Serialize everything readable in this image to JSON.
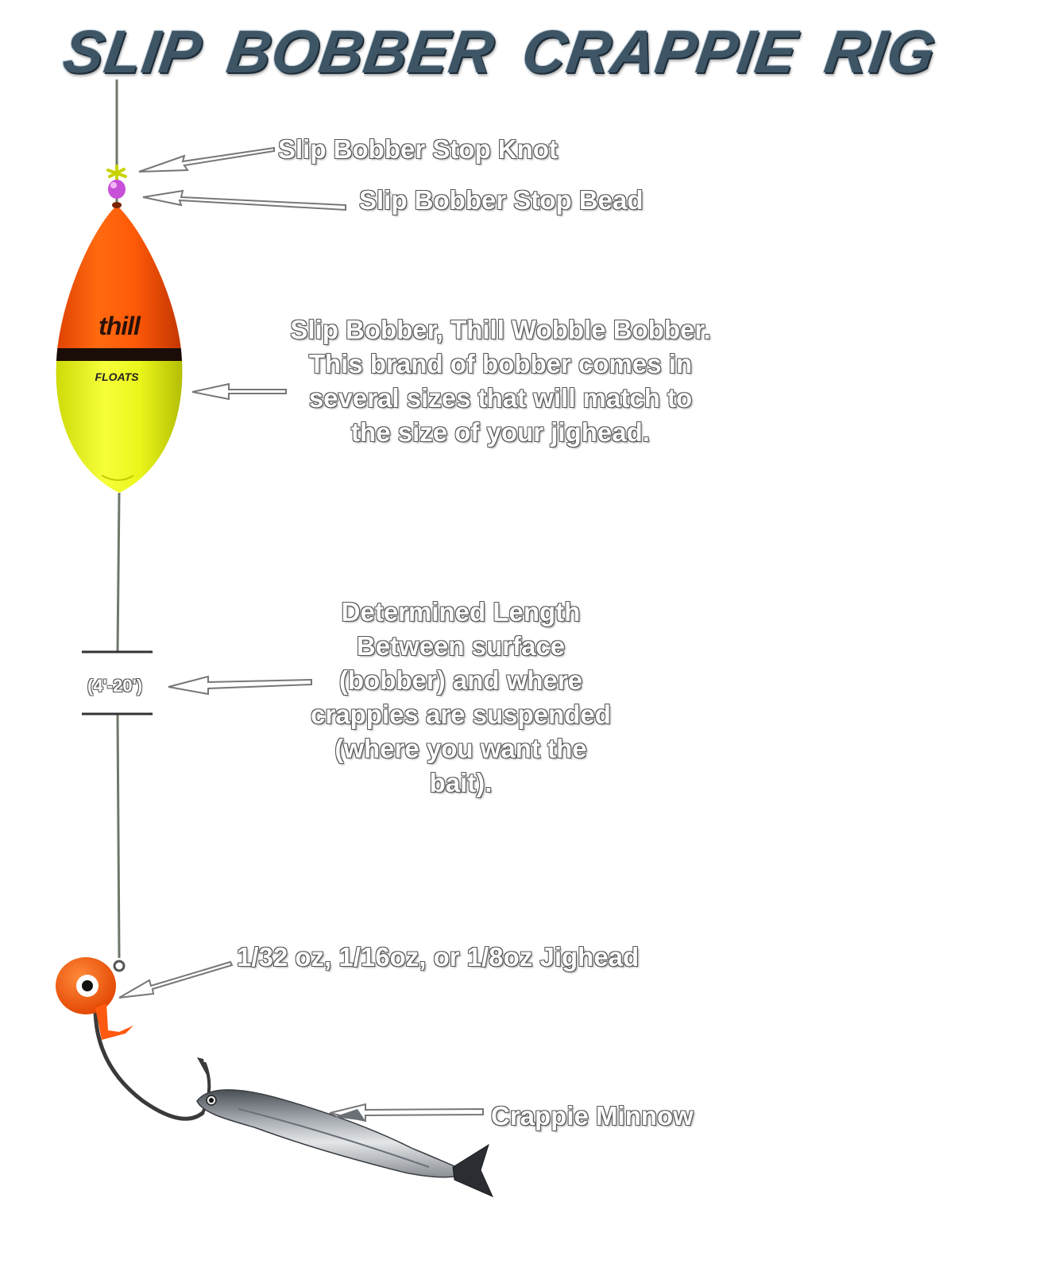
{
  "diagram": {
    "title": "SLIP BOBBER CRAPPIE RIG",
    "labels": {
      "stop_knot": "Slip Bobber Stop Knot",
      "stop_bead": "Slip Bobber Stop Bead",
      "bobber_lines": [
        "Slip Bobber, Thill Wobble Bobber.",
        "This brand of bobber comes in",
        "several sizes that will match to",
        "the size of your jighead."
      ],
      "length_lines": [
        "Determined Length",
        "Between surface",
        "(bobber) and where",
        "crappies are suspended",
        "(where you want the",
        "bait)."
      ],
      "length_range": "(4'-20')",
      "jighead": "1/32 oz, 1/16oz, or 1/8oz Jighead",
      "minnow": "Crappie Minnow"
    },
    "bobber_brand": "thill",
    "bobber_brand_sub": "FLOATS",
    "colors": {
      "line": "#6f7868",
      "bobber_top": "#ff5a08",
      "bobber_bottom": "#f2ff1f",
      "bead": "#c84fd8",
      "jighead": "#ff5a10",
      "title": "#3e5566"
    }
  }
}
